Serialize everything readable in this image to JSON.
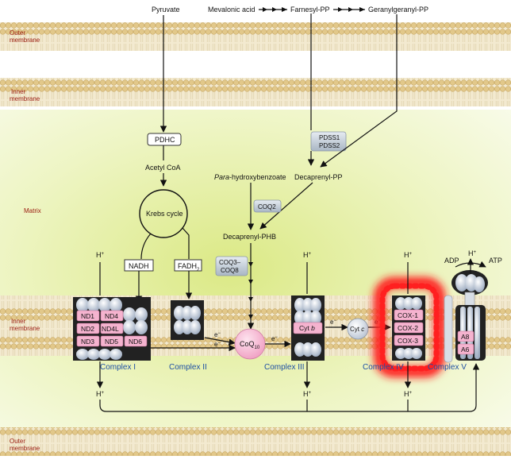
{
  "colors": {
    "membrane_bead": "#e8d29a",
    "matrix": "#e4ee9a",
    "pink_box": "#f5b3cf",
    "gray_box": "#c7d0da",
    "highlight": "#ff1a1a",
    "complex_label": "#1d4fa3",
    "membrane_label": "#9a1b10"
  },
  "membranes": {
    "outer_top": "Outer membrane",
    "inner_top": "Inner membrane",
    "inner_mid": "Inner membrane",
    "outer_bottom": "Outer membrane",
    "outer_l1": "Outer",
    "inner_l1": "Inner",
    "membrane_l2": "membrane"
  },
  "regions": {
    "matrix": "Matrix"
  },
  "pathway": {
    "pyruvate": "Pyruvate",
    "mevalonic_acid": "Mevalonic acid",
    "farnesyl_pp": "Farnesyl-PP",
    "geranylgeranyl_pp": "Geranylgeranyl-PP",
    "pdhc": "PDHC",
    "acetyl_coa": "Acetyl CoA",
    "krebs_cycle": "Krebs cycle",
    "nadh": "NADH",
    "fadh2_base": "FADH",
    "fadh2_sub": "2",
    "pdss1": "PDSS1",
    "pdss2": "PDSS2",
    "para_italic": "Para",
    "para_rest": "-hydroxybenzoate",
    "decaprenyl_pp": "Decaprenyl-PP",
    "coq2": "COQ2",
    "decaprenyl_phb": "Decaprenyl-PHB",
    "coq3": "COQ3–",
    "coq8": "COQ8",
    "coq10_base": "CoQ",
    "coq10_sub": "10",
    "electron": "e",
    "electron_sup": "−",
    "cyt_b_base": "Cyt ",
    "cyt_b_italic": "b",
    "cyt_c_base": "Cyt ",
    "cyt_c_italic": "c",
    "h_base": "H",
    "h_sup": "+",
    "adp": "ADP",
    "atp": "ATP"
  },
  "complex_i": {
    "label": "Complex I",
    "subunits": [
      "ND1",
      "ND4",
      "ND2",
      "ND4L",
      "ND3",
      "ND5",
      "ND6"
    ]
  },
  "complex_ii": {
    "label": "Complex II"
  },
  "complex_iii": {
    "label": "Complex III"
  },
  "complex_iv": {
    "label": "Complex IV",
    "subunits": [
      "COX-1",
      "COX-2",
      "COX-3"
    ]
  },
  "complex_v": {
    "label": "Complex V",
    "subunits": [
      "A8",
      "A6"
    ]
  }
}
